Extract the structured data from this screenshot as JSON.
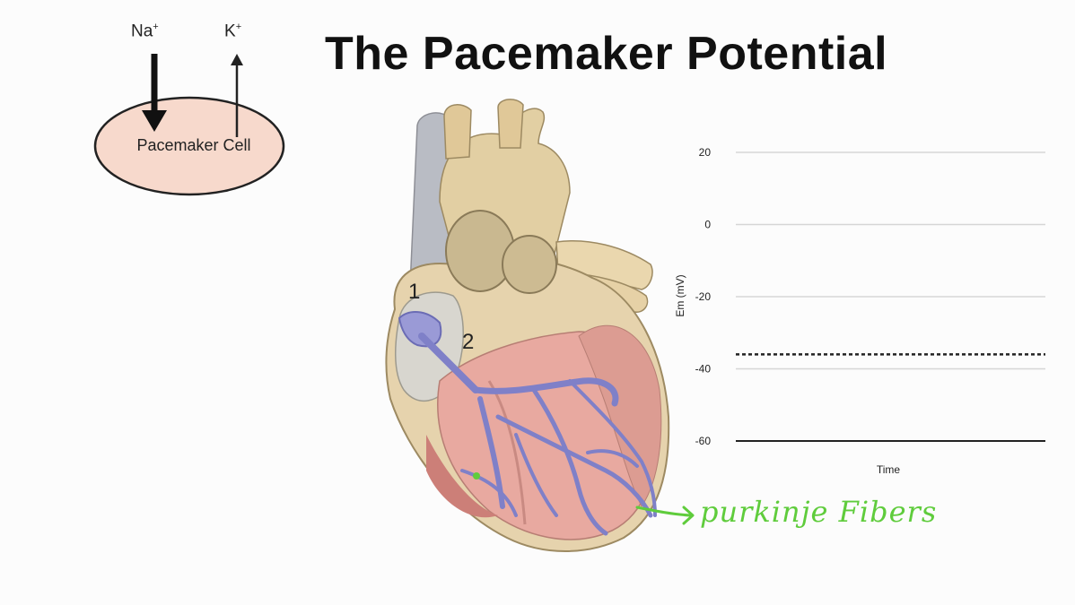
{
  "slide": {
    "title": "The Pacemaker Potential",
    "ions": {
      "na_base": "Na",
      "na_sup": "+",
      "k_base": "K",
      "k_sup": "+"
    },
    "cell_label": "Pacemaker Cell",
    "heart_labels": {
      "one": "1",
      "two": "2"
    },
    "annotation": "purkinje Fibers",
    "colors": {
      "cell_fill": "#f7d9cc",
      "annotation": "#5fcc3c",
      "conduction": "#7f80c8",
      "myocardium": "#e8a9a0",
      "heart_outer": "#e6d3ad"
    }
  },
  "chart_data": {
    "type": "line",
    "ylabel": "Em (mV)",
    "xlabel": "Time",
    "yticks": [
      20,
      0,
      -20,
      -40,
      -60
    ],
    "ylim": [
      -60,
      20
    ],
    "tick_labels": [
      "20",
      "0",
      "-20",
      "-40",
      "-60"
    ],
    "threshold": -36,
    "grid": true,
    "series": []
  }
}
